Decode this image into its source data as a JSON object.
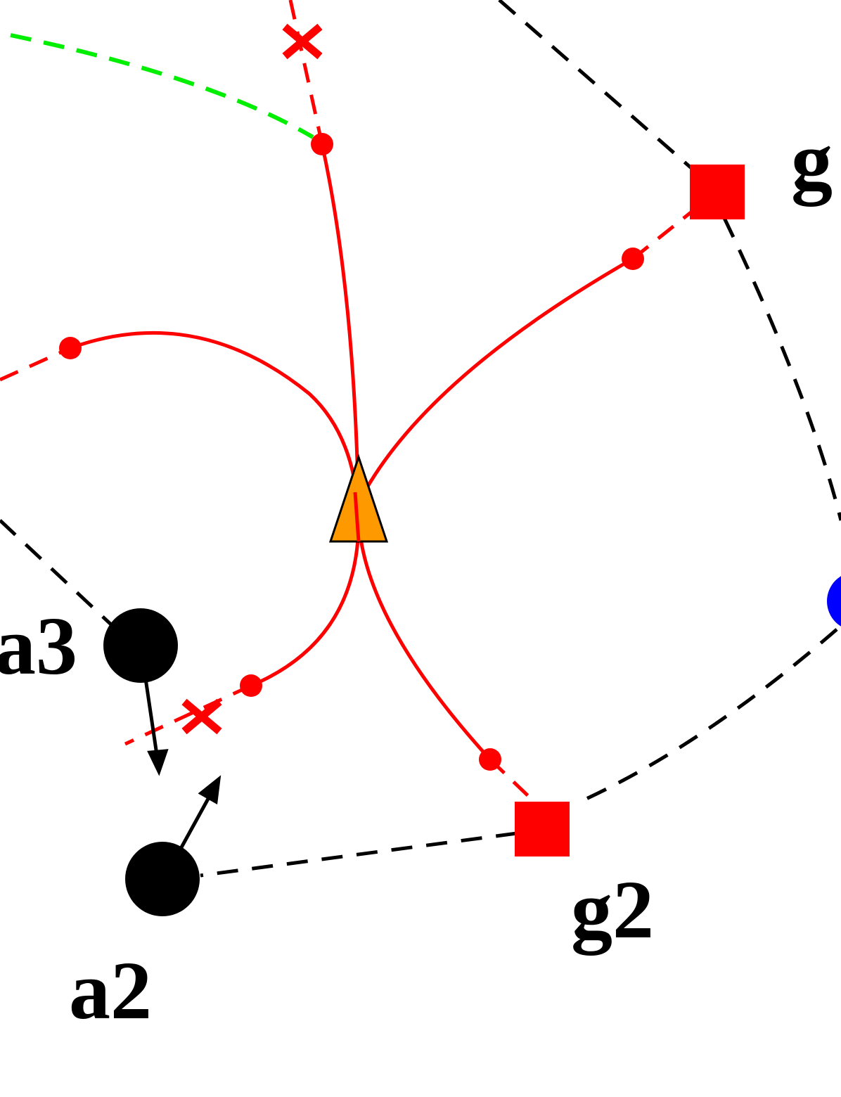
{
  "labels": {
    "g_top": "g",
    "a3": "a3",
    "a2": "a2",
    "g2": "g2"
  },
  "colors": {
    "path_red": "#ff0000",
    "dashed_black": "#000000",
    "dashed_green": "#00ee00",
    "agent": "#000000",
    "goal": "#ff0000",
    "hub_triangle": "#ff9900",
    "other_agent_blue": "#0000ff"
  }
}
